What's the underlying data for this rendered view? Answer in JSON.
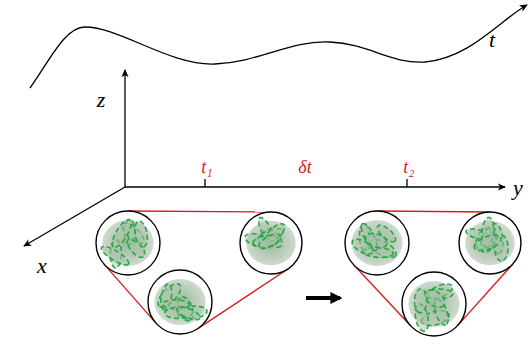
{
  "diagram": {
    "labels": [
      "t",
      "z",
      "t₁",
      "δt",
      "t₂",
      "y",
      "x"
    ]
  }
}
